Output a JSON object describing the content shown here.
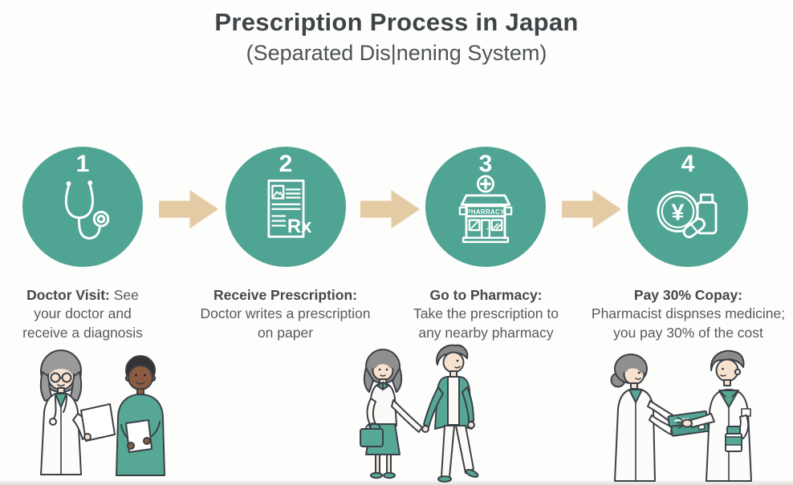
{
  "header": {
    "title": "Prescription Process in Japan",
    "subtitle": "(Separated Dis|nening System)"
  },
  "steps": [
    {
      "number": "1",
      "icon": "stethoscope-icon",
      "title": "Doctor Visit:",
      "description": "See your doctor and receive a diagnosis"
    },
    {
      "number": "2",
      "icon": "prescription-document-icon",
      "title": "Receive Prescription:",
      "description": "Doctor writes a prescription on paper",
      "rx_label": "Rx"
    },
    {
      "number": "3",
      "icon": "pharmacy-storefront-icon",
      "title": "Go to Pharmacy:",
      "description": "Take the prescription to any nearby pharmacy",
      "sign_text": "PHARRACY"
    },
    {
      "number": "4",
      "icon": "yen-coin-medicine-icon",
      "title": "Pay 30% Copay:",
      "description": "Pharmacist dispnses medicine; you pay 30% of the cost",
      "currency_symbol": "¥"
    }
  ],
  "colors": {
    "circle_teal": "#4FA493",
    "arrow_tan": "#E5CBA3",
    "illustration_teal": "#57A795",
    "title_text": "#3F4448",
    "body_text": "#55595D"
  },
  "illustrations": [
    {
      "name": "doctor-and-patient-illustration"
    },
    {
      "name": "walking-to-pharmacy-illustration"
    },
    {
      "name": "pharmacist-dispensing-illustration"
    }
  ]
}
